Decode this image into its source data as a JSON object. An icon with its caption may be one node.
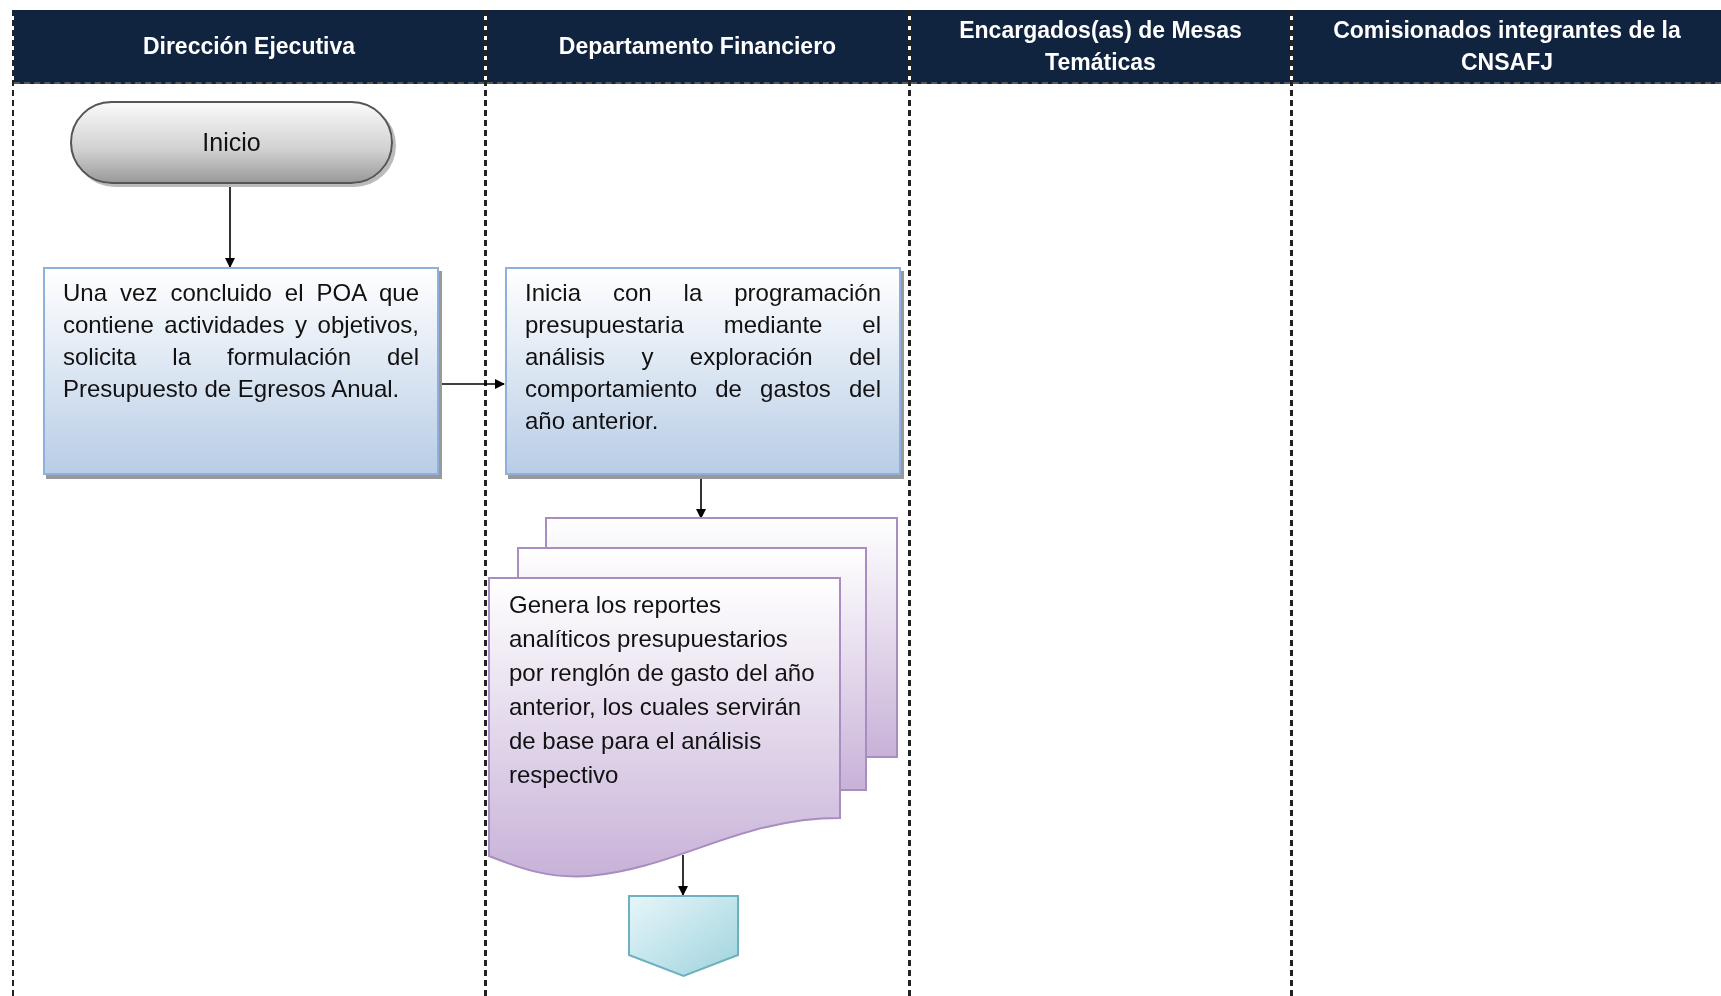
{
  "diagram": {
    "nodes": [
      {
        "text": [
          "Dirección Ejecutiva"
        ]
      },
      {
        "text": [
          "Departamento Financiero"
        ]
      },
      {
        "text": [
          "Encargados(as) de Mesas Temáticas"
        ]
      },
      {
        "text": [
          "Comisionados integrantes de la CNSAFJ"
        ]
      },
      {
        "text": [
          "Inicio"
        ],
        "in": 0
      },
      {
        "text": [
          "Una vez concluido el POA que contiene actividades y objetivos, solicita la formulación del Presupuesto de Egresos Anual."
        ],
        "in": 0
      },
      {
        "text": [
          "Inicia con la programación presupuestaria mediante el análisis y exploración del comportamiento de gastos del año anterior."
        ],
        "in": 1
      },
      {
        "text": [
          "Genera los reportes analíticos presupuestarios por renglón de gasto del año anterior, los cuales servirán de base para el análisis respectivo"
        ],
        "in": 1
      },
      {
        "text": [],
        "shape": "pentagon",
        "in": 1
      }
    ],
    "edges": [
      {
        "from": 4,
        "to": 5,
        "arrow": "to"
      },
      {
        "from": 5,
        "to": 6,
        "arrow": "to"
      },
      {
        "from": 6,
        "to": 7,
        "arrow": "to"
      },
      {
        "from": 7,
        "to": 8,
        "arrow": "to"
      }
    ]
  }
}
